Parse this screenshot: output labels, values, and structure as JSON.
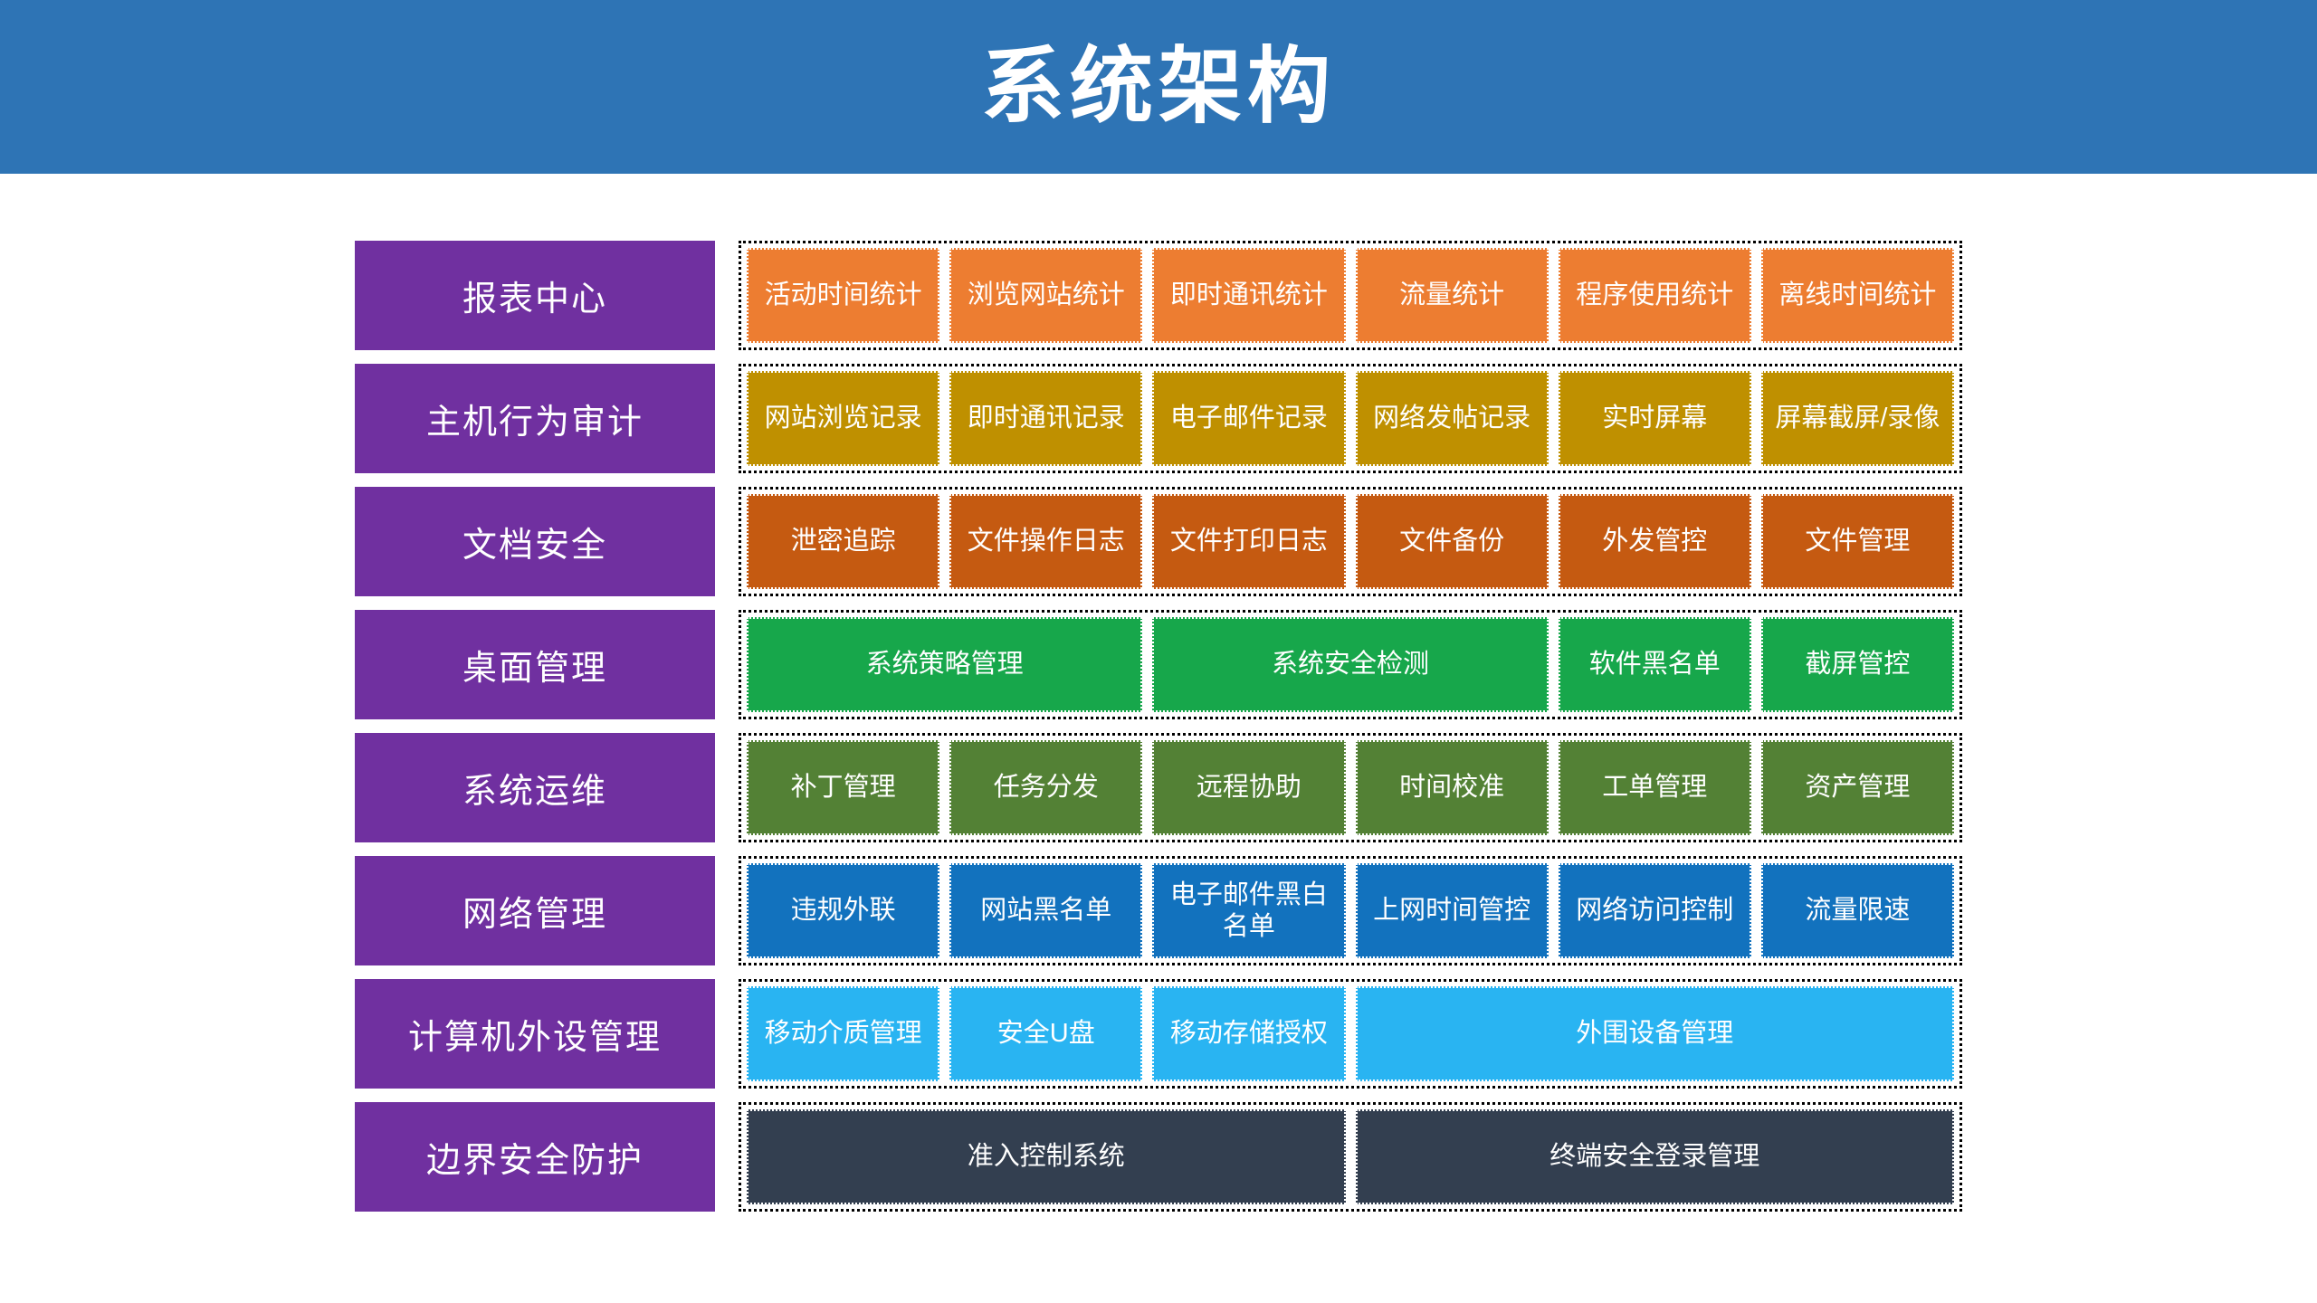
{
  "header": {
    "title": "系统架构",
    "background": "#2E74B5"
  },
  "colors": {
    "category": "#7030A0",
    "group_border": "#000000",
    "block_border": "#FFFFFF",
    "text": "#FFFFFF"
  },
  "rows": [
    {
      "label": "报表中心",
      "color": "#ED7D31",
      "blocks": [
        "活动时间统计",
        "浏览网站统计",
        "即时通讯统计",
        "流量统计",
        "程序使用统计",
        "离线时间统计"
      ]
    },
    {
      "label": "主机行为审计",
      "color": "#BF9000",
      "blocks": [
        "网站浏览记录",
        "即时通讯记录",
        "电子邮件记录",
        "网络发帖记录",
        "实时屏幕",
        "屏幕截屏/录像"
      ]
    },
    {
      "label": "文档安全",
      "color": "#C55A11",
      "blocks": [
        "泄密追踪",
        "文件操作日志",
        "文件打印日志",
        "文件备份",
        "外发管控",
        "文件管理"
      ]
    },
    {
      "label": "桌面管理",
      "color": "#17A74B",
      "blocks": [
        "系统策略管理",
        "系统安全检测",
        "软件黑名单",
        "截屏管控"
      ]
    },
    {
      "label": "系统运维",
      "color": "#538135",
      "blocks": [
        "补丁管理",
        "任务分发",
        "远程协助",
        "时间校准",
        "工单管理",
        "资产管理"
      ]
    },
    {
      "label": "网络管理",
      "color": "#1272BE",
      "blocks": [
        "违规外联",
        "网站黑名单",
        "电子邮件黑白名单",
        "上网时间管控",
        "网络访问控制",
        "流量限速"
      ]
    },
    {
      "label": "计算机外设管理",
      "color": "#29B4F2",
      "blocks": [
        "移动介质管理",
        "安全U盘",
        "移动存储授权",
        "外围设备管理"
      ]
    },
    {
      "label": "边界安全防护",
      "color": "#333F50",
      "blocks": [
        "准入控制系统",
        "终端安全登录管理"
      ]
    }
  ]
}
